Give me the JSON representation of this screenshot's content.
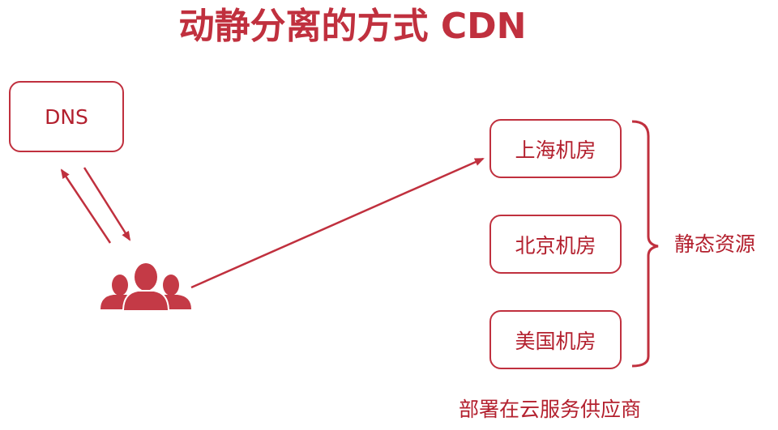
{
  "title": "动静分离的方式 CDN",
  "dns": {
    "label": "DNS"
  },
  "datacenters": [
    {
      "label": "上海机房"
    },
    {
      "label": "北京机房"
    },
    {
      "label": "美国机房"
    }
  ],
  "group_label": "静态资源",
  "footer": "部署在云服务供应商",
  "colors": {
    "accent": "#c0303e",
    "text": "#b3202e",
    "icon": "#c43a46"
  },
  "icons": {
    "users": "users-group-icon"
  }
}
